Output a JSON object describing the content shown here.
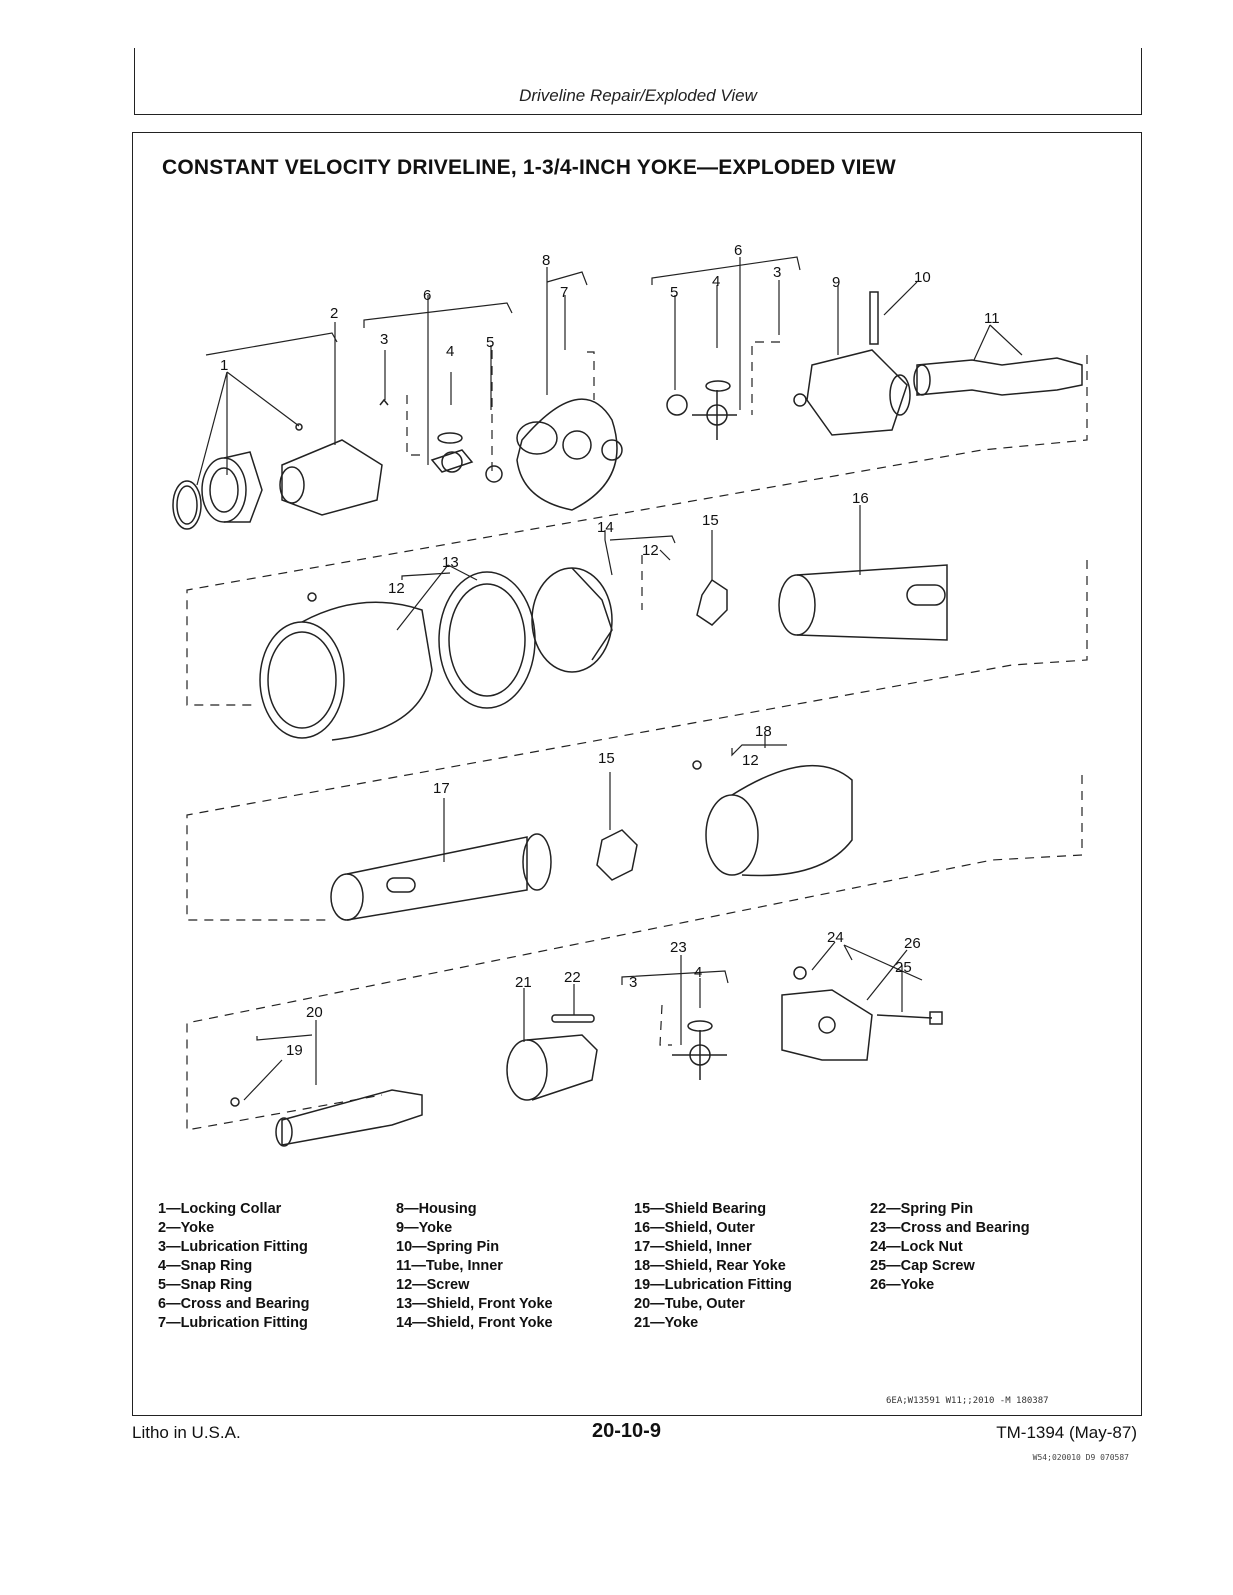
{
  "header": {
    "title": "Driveline Repair/Exploded View"
  },
  "section": {
    "title": "CONSTANT VELOCITY DRIVELINE, 1-3/4-INCH YOKE—EXPLODED VIEW"
  },
  "callouts": [
    "1",
    "2",
    "3",
    "4",
    "5",
    "6",
    "7",
    "8",
    "5",
    "4",
    "6",
    "3",
    "9",
    "10",
    "11",
    "12",
    "13",
    "14",
    "12",
    "15",
    "16",
    "12",
    "18",
    "15",
    "17",
    "20",
    "19",
    "21",
    "22",
    "23",
    "3",
    "4",
    "24",
    "26",
    "25"
  ],
  "legend": {
    "col1": [
      "1—Locking Collar",
      "2—Yoke",
      "3—Lubrication Fitting",
      "4—Snap Ring",
      "5—Snap Ring",
      "6—Cross and Bearing",
      "7—Lubrication Fitting"
    ],
    "col2": [
      "8—Housing",
      "9—Yoke",
      "10—Spring Pin",
      "11—Tube, Inner",
      "12—Screw",
      "13—Shield, Front Yoke",
      "14—Shield, Front Yoke"
    ],
    "col3": [
      "15—Shield Bearing",
      "16—Shield, Outer",
      "17—Shield, Inner",
      "18—Shield, Rear Yoke",
      "19—Lubrication Fitting",
      "20—Tube, Outer",
      "21—Yoke"
    ],
    "col4": [
      "22—Spring Pin",
      "23—Cross and Bearing",
      "24—Lock Nut",
      "25—Cap Screw",
      "26—Yoke"
    ]
  },
  "figure_code": "6EA;W13591 W11;;2010 -M 180387",
  "footer": {
    "left": "Litho in U.S.A.",
    "center": "20-10-9",
    "right": "TM-1394 (May-87)",
    "code": "W54;020010 D9 070587"
  }
}
